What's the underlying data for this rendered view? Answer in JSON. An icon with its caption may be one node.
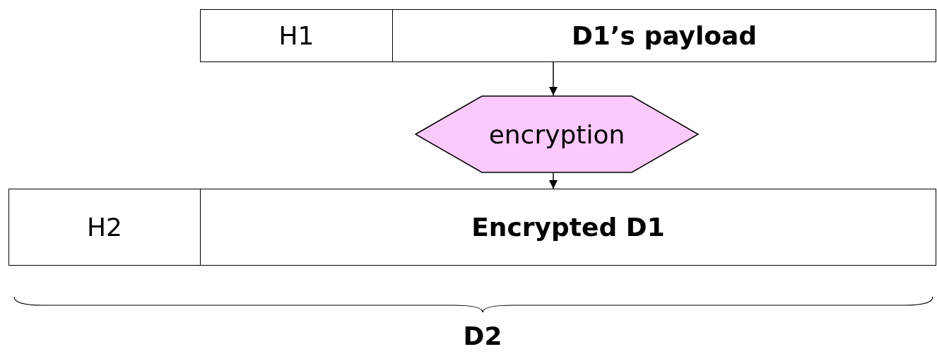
{
  "diagram": {
    "nodes": [
      {
        "text": [
          "H1"
        ]
      },
      {
        "text": [
          "D1’s payload"
        ]
      },
      {
        "text": [
          "encryption"
        ]
      },
      {
        "text": [
          "H2"
        ]
      },
      {
        "text": [
          "Encrypted D1"
        ]
      }
    ],
    "edges": [
      {
        "from": 1,
        "to": 2,
        "arrow": "to"
      },
      {
        "from": 2,
        "to": 4,
        "arrow": "to"
      }
    ],
    "labels": [
      "D2"
    ]
  }
}
